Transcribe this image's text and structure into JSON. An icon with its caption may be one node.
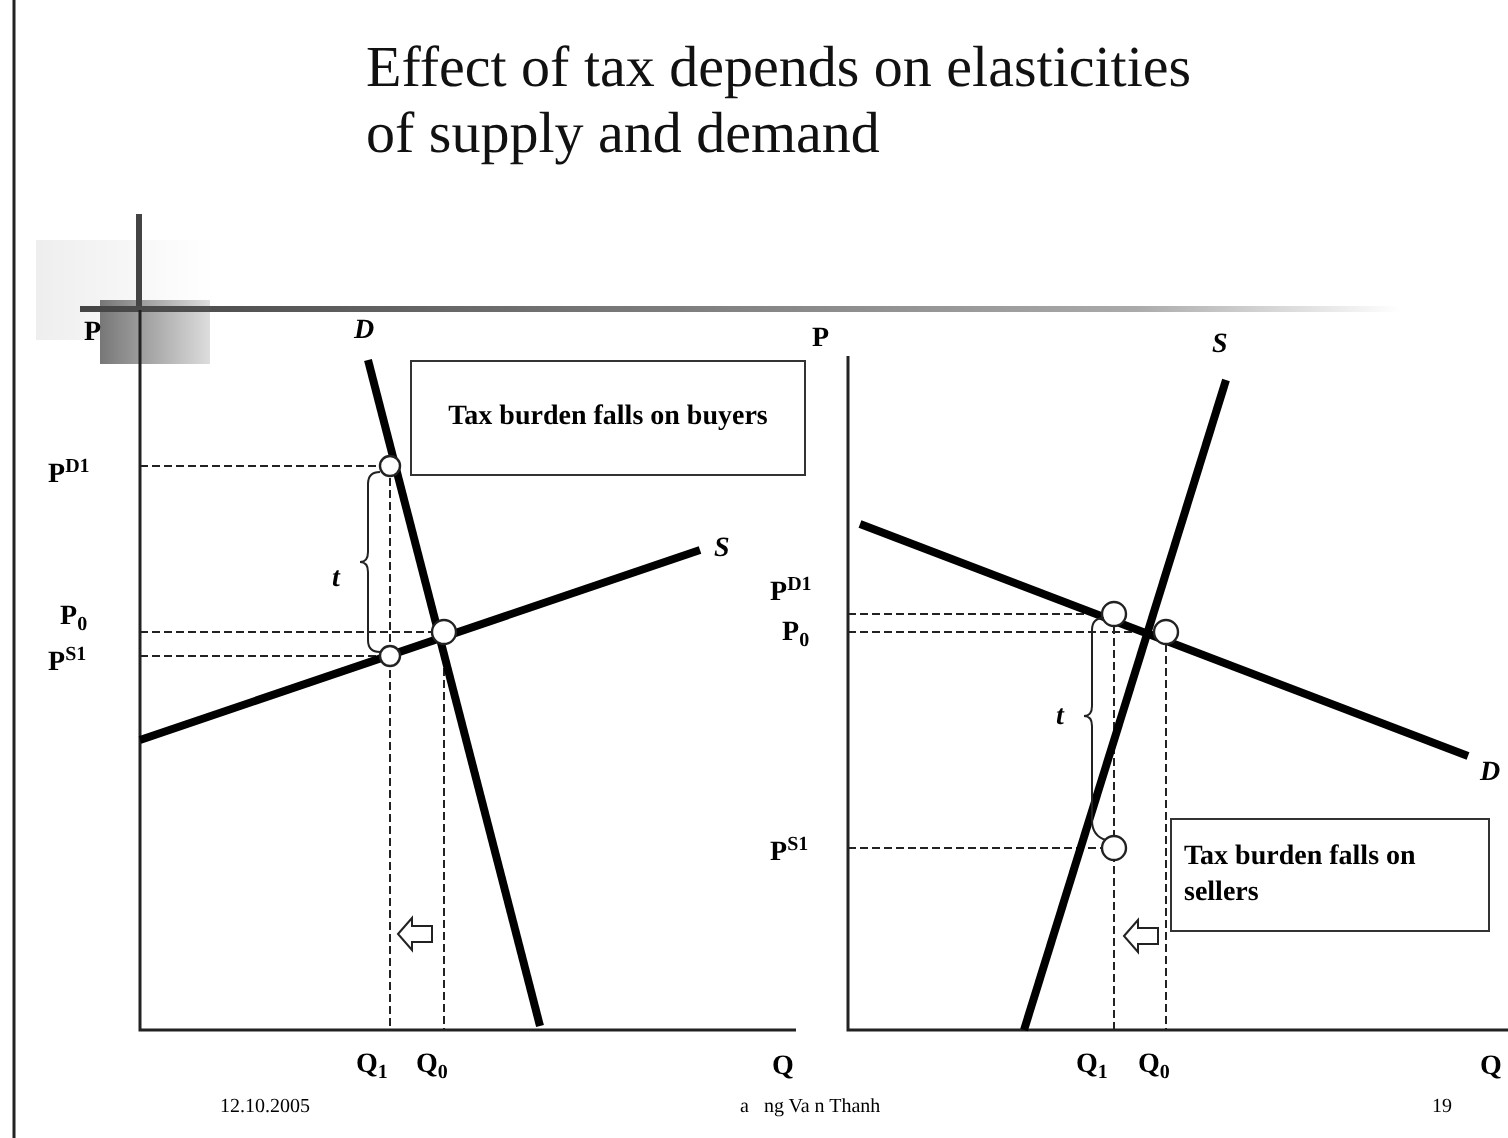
{
  "diagram": {
    "title": "Effect of tax depends on elasticities of supply and demand",
    "nodes": [
      {
        "text": [
          "Tax burden falls on buyers"
        ]
      },
      {
        "text": [
          "Tax burden falls on sellers"
        ]
      }
    ],
    "labels": [
      "P",
      "D",
      "P",
      "S",
      "P$^{D1}$",
      "S",
      "t",
      "P$_{0}$",
      "P$^{S1}$",
      "P$^{D1}$",
      "P$_{0}$",
      "t",
      "D",
      "P$^{S1}$",
      "Q$_{1}$",
      "Q$_{0}$",
      "Q",
      "Q$_{1}$",
      "Q$_{0}$",
      "Q",
      "12.10.2005",
      "a   ng Va n Thanh",
      "19"
    ]
  }
}
